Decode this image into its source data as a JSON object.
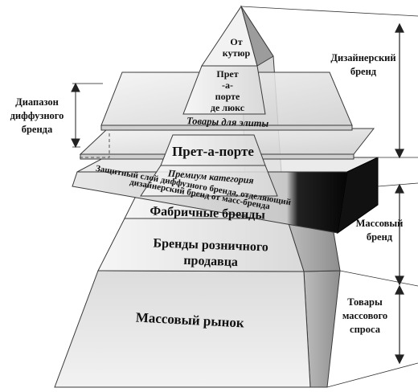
{
  "pyramid": {
    "top_line1": "От",
    "top_line2": "кутюр",
    "second_line1": "Прет",
    "second_line2": "-а-",
    "second_line3": "порте",
    "second_line4": "де люкс",
    "elite_goods": "Товары для элиты",
    "pret_a_porte": "Прет-а-порте",
    "premium": "Премиум категория",
    "protective_line1": "Защитный слой диффузного бренда, отделяющий",
    "protective_line2": "дизайнерский бренд от масс-бренда",
    "factory": "Фабричные бренды",
    "retail_line1": "Бренды розничного",
    "retail_line2": "продавца",
    "mass_market": "Массовый рынок"
  },
  "brackets": {
    "designer_line1": "Дизайнерский",
    "designer_line2": "бренд",
    "diffuse_line1": "Диапазон",
    "diffuse_line2": "диффузного",
    "diffuse_line3": "бренда",
    "mass_line1": "Массовый",
    "mass_line2": "бренд",
    "consumer_line1": "Товары",
    "consumer_line2": "массового",
    "consumer_line3": "спроса"
  },
  "colors": {
    "stroke": "#3a3a3a",
    "face_light": "#f1f1f1",
    "face_mid": "#d6d6d6",
    "face_dark": "#9a9a9a",
    "slab_dark": "#1a1a1a"
  }
}
